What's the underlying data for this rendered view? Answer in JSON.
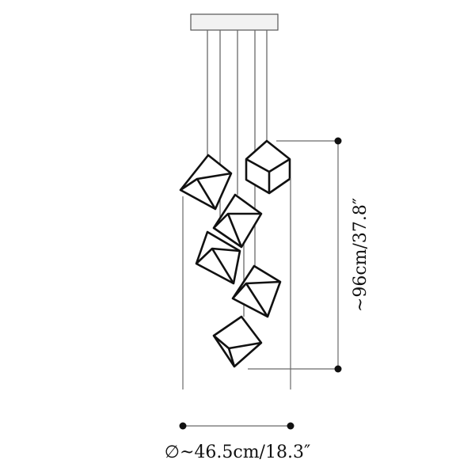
{
  "drawing": {
    "height_label": "~96cm/37.8″",
    "diameter_label": "∅~46.5cm/18.3″",
    "pendant_count": 6
  },
  "colors": {
    "line": "#111111",
    "wire": "#6a6a6a",
    "canopy_fill": "#f2f2f2",
    "background": "#ffffff"
  }
}
